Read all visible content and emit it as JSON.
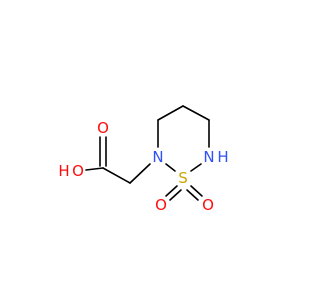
{
  "molecule": {
    "atoms": {
      "hydroxyl_h": {
        "text": "H",
        "color": "#ff0d0d"
      },
      "hydroxyl_o": {
        "text": "O",
        "color": "#ff0d0d"
      },
      "carbonyl_o": {
        "text": "O",
        "color": "#ff0d0d"
      },
      "ring_n": {
        "text": "N",
        "color": "#3050f8"
      },
      "ring_s": {
        "text": "S",
        "color": "#c8a800"
      },
      "ring_nh_n": {
        "text": "N",
        "color": "#3050f8"
      },
      "ring_nh_h": {
        "text": "H",
        "color": "#3050f8"
      },
      "sulfonyl_o_left": {
        "text": "O",
        "color": "#ff0d0d"
      },
      "sulfonyl_o_right": {
        "text": "O",
        "color": "#ff0d0d"
      }
    },
    "bond_color": "#000000"
  }
}
